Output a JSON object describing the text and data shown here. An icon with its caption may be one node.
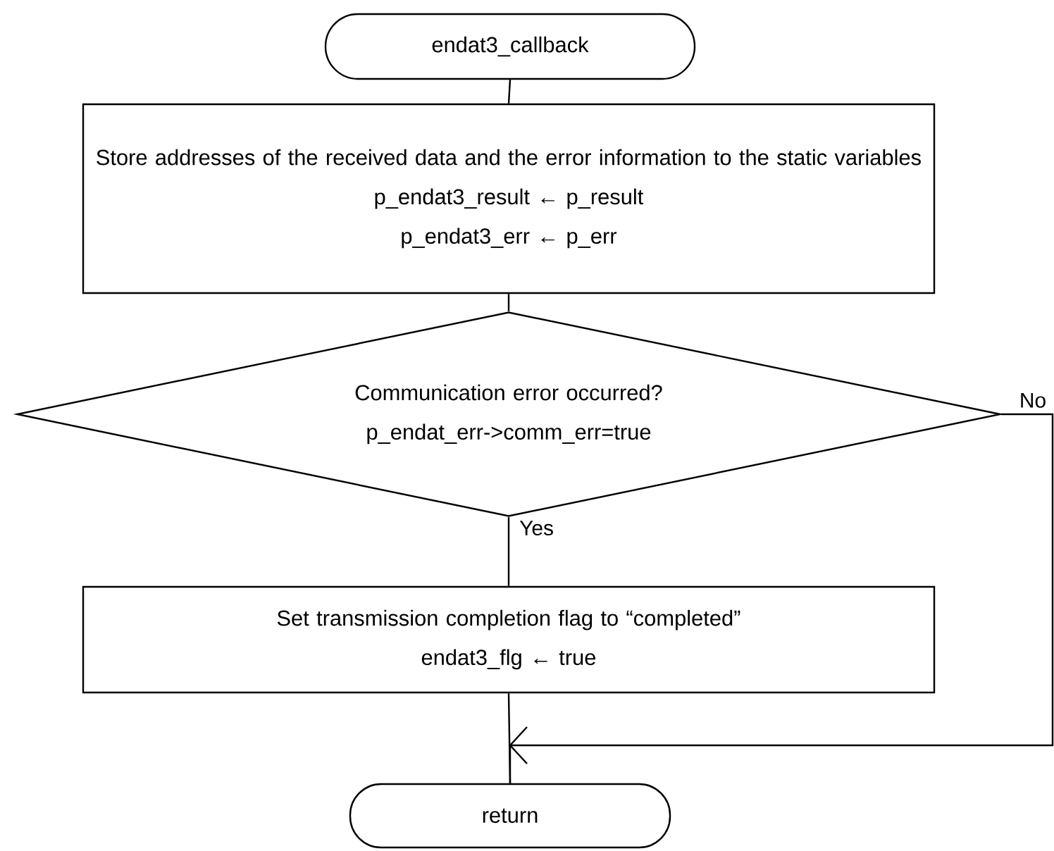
{
  "diagram": {
    "nodes": [
      {
        "text": [
          "endat3_callback"
        ]
      },
      {
        "text": [
          "Store addresses of the received data and the error information to the static variables",
          "p_endat3_result ← p_result",
          "p_endat3_err ← p_err"
        ]
      },
      {
        "text": [
          "Communication error occurred?",
          "p_endat_err->comm_err=true"
        ]
      },
      {
        "text": [
          "Set transmission completion flag to “completed”",
          "endat3_flg ← true"
        ]
      },
      {
        "text": [
          "return"
        ]
      }
    ],
    "edges": [
      {
        "from": 0,
        "to": 1,
        "arrow": "none"
      },
      {
        "from": 1,
        "to": 2,
        "arrow": "none"
      },
      {
        "from": 2,
        "to": 3,
        "arrow": "none",
        "label": "Yes"
      },
      {
        "from": 3,
        "to": 4,
        "arrow": "none"
      },
      {
        "from": 2,
        "to": 4,
        "arrow": "to",
        "label": "No"
      }
    ]
  }
}
